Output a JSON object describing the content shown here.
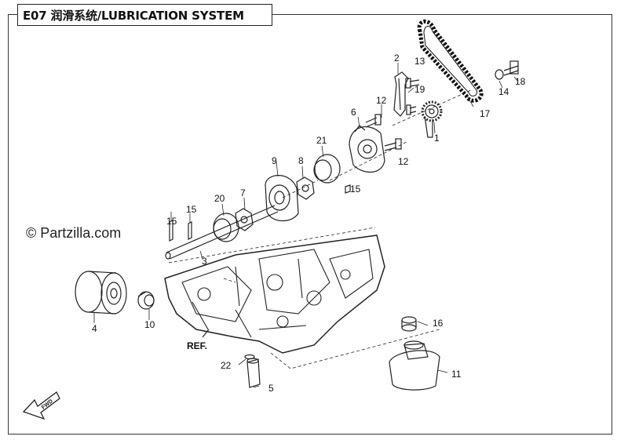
{
  "header": {
    "title": "E07 润滑系统/LUBRICATION SYSTEM"
  },
  "watermark": "© Partzilla.com",
  "fwd_arrow_label": "FWD",
  "reference_label": "REF.",
  "callouts": [
    {
      "id": "1",
      "label": "1"
    },
    {
      "id": "2",
      "label": "2"
    },
    {
      "id": "3",
      "label": "3"
    },
    {
      "id": "4",
      "label": "4"
    },
    {
      "id": "5",
      "label": "5"
    },
    {
      "id": "6",
      "label": "6"
    },
    {
      "id": "7",
      "label": "7"
    },
    {
      "id": "8",
      "label": "8"
    },
    {
      "id": "9",
      "label": "9"
    },
    {
      "id": "10",
      "label": "10"
    },
    {
      "id": "11",
      "label": "11"
    },
    {
      "id": "12a",
      "label": "12"
    },
    {
      "id": "12b",
      "label": "12"
    },
    {
      "id": "13",
      "label": "13"
    },
    {
      "id": "14",
      "label": "14"
    },
    {
      "id": "15a",
      "label": "15"
    },
    {
      "id": "15b",
      "label": "15"
    },
    {
      "id": "15c",
      "label": "15"
    },
    {
      "id": "16",
      "label": "16"
    },
    {
      "id": "17",
      "label": "17"
    },
    {
      "id": "18",
      "label": "18"
    },
    {
      "id": "19",
      "label": "19"
    },
    {
      "id": "20",
      "label": "20"
    },
    {
      "id": "21",
      "label": "21"
    },
    {
      "id": "22",
      "label": "22"
    }
  ]
}
